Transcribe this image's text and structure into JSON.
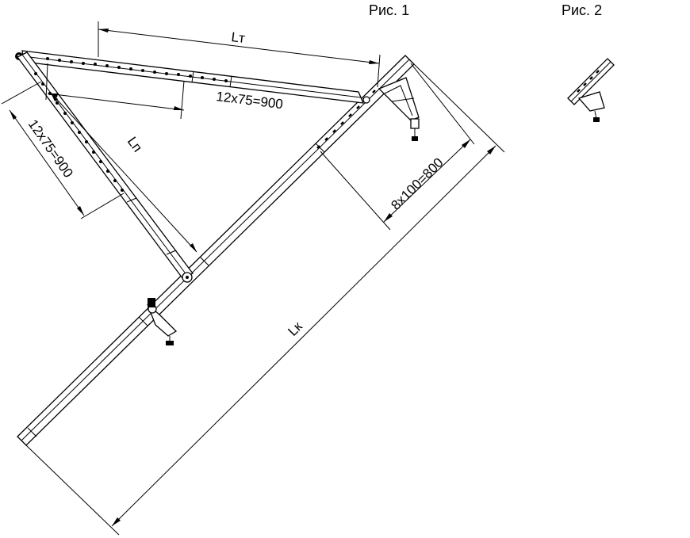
{
  "figures": {
    "fig1": "Рис. 1",
    "fig2": "Рис. 2"
  },
  "dimensions": {
    "lt": "Lт",
    "lp": "Lп",
    "lk": "Lк",
    "pitch_top": "12х75=900",
    "pitch_left": "12х75=900",
    "pitch_right": "8х100=800"
  },
  "style": {
    "line_color": "#000000",
    "background": "#ffffff"
  }
}
